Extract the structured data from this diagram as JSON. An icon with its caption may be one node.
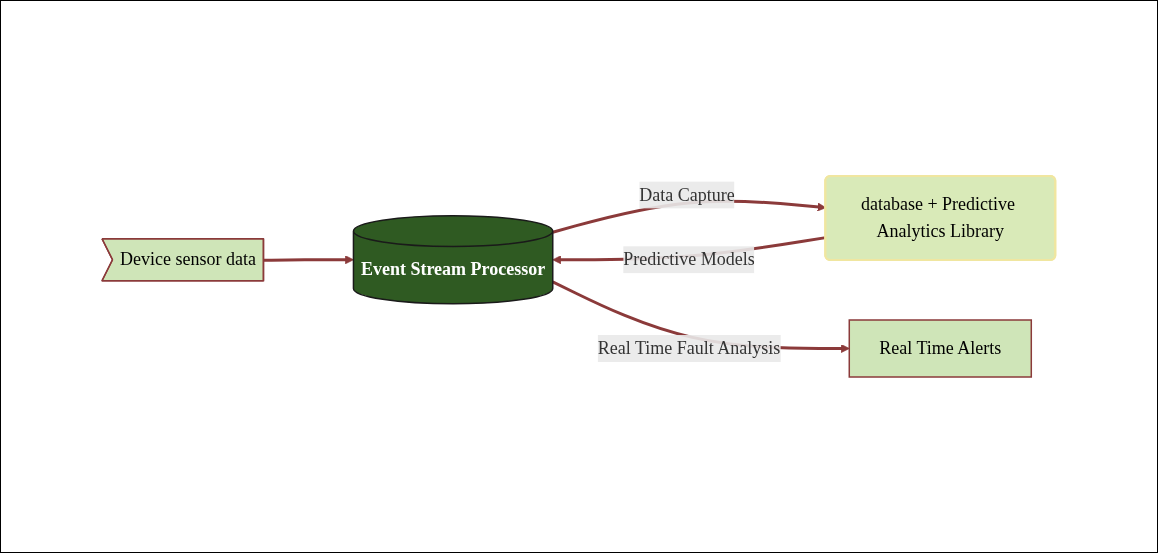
{
  "diagram": {
    "nodes": [
      {
        "text": [
          "Device sensor data"
        ]
      },
      {
        "text": [
          "Event Stream Processor"
        ]
      },
      {
        "text": [
          "database + Predictive Analytics Library"
        ]
      },
      {
        "text": [
          "Real Time Alerts"
        ]
      }
    ],
    "edges": [
      {
        "from": 0,
        "to": 1,
        "arrow": "to"
      },
      {
        "from": 2,
        "to": 1,
        "arrow": "to",
        "label": "Predictive Models"
      },
      {
        "from": 1,
        "to": 2,
        "arrow": "to",
        "label": "Data Capture"
      },
      {
        "from": 1,
        "to": 3,
        "arrow": "to",
        "label": "Real Time Fault Analysis"
      }
    ]
  }
}
